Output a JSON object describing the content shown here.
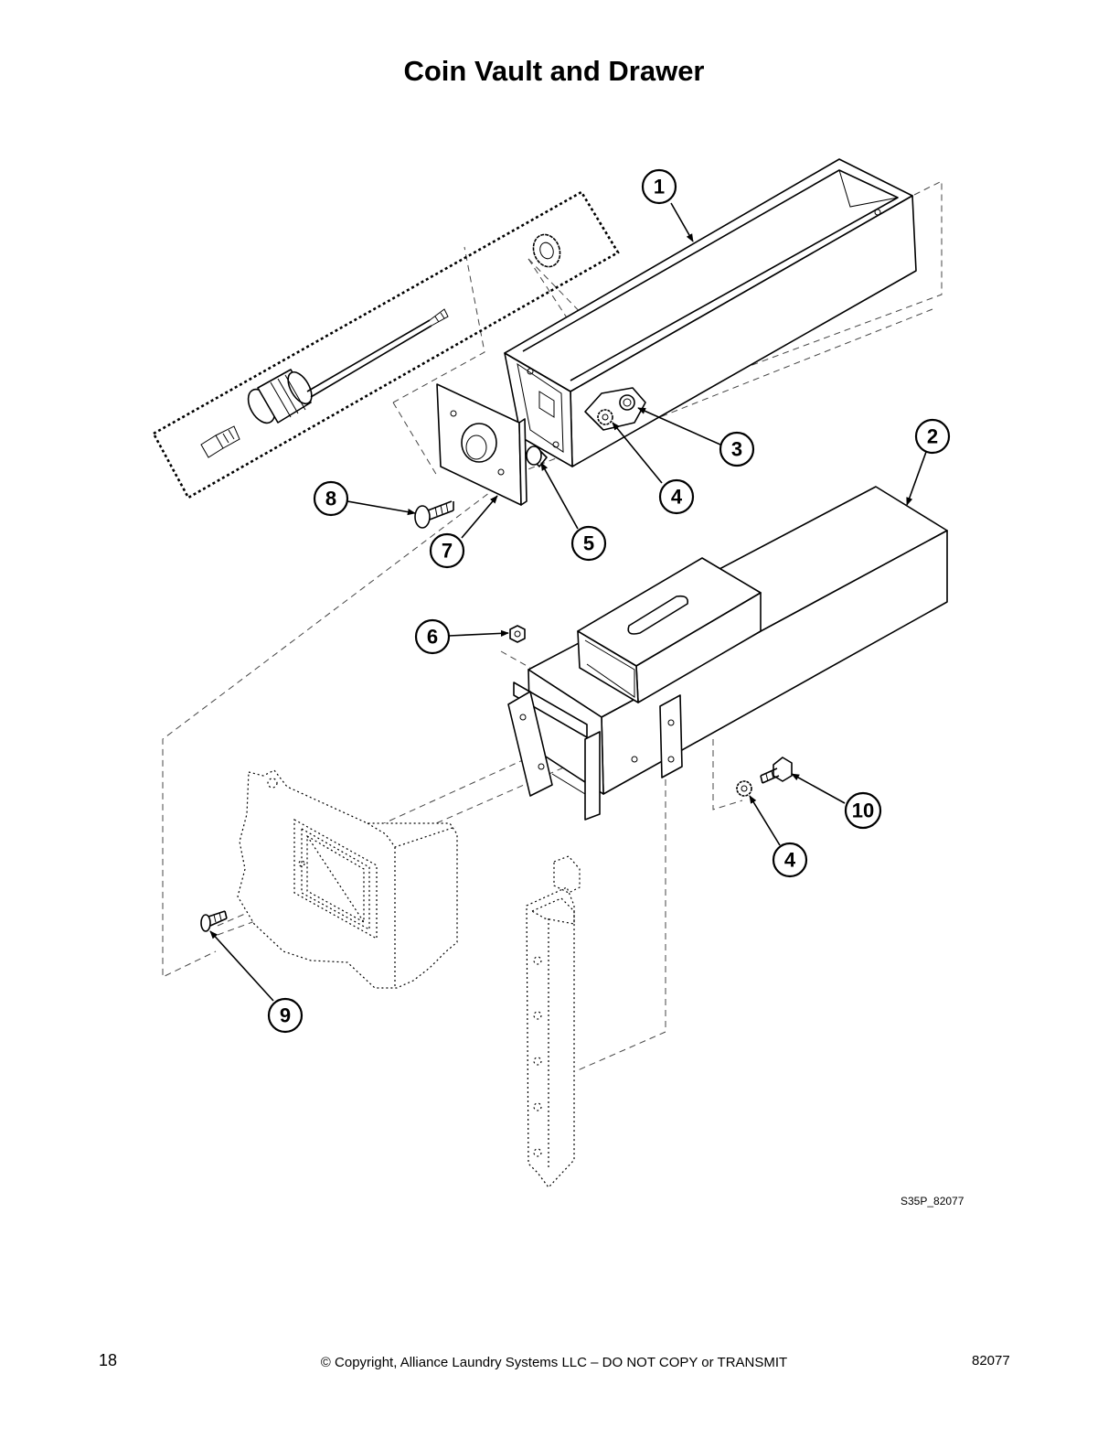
{
  "title": "Coin Vault and Drawer",
  "callouts": [
    {
      "label": "1"
    },
    {
      "label": "2"
    },
    {
      "label": "3"
    },
    {
      "label": "4"
    },
    {
      "label": "4"
    },
    {
      "label": "5"
    },
    {
      "label": "6"
    },
    {
      "label": "7"
    },
    {
      "label": "8"
    },
    {
      "label": "9"
    },
    {
      "label": "10"
    }
  ],
  "drawing_id": "S35P_82077",
  "footer": {
    "page_number": "18",
    "copyright": "© Copyright, Alliance Laundry Systems LLC – DO NOT COPY or TRANSMIT",
    "doc_number": "82077"
  }
}
